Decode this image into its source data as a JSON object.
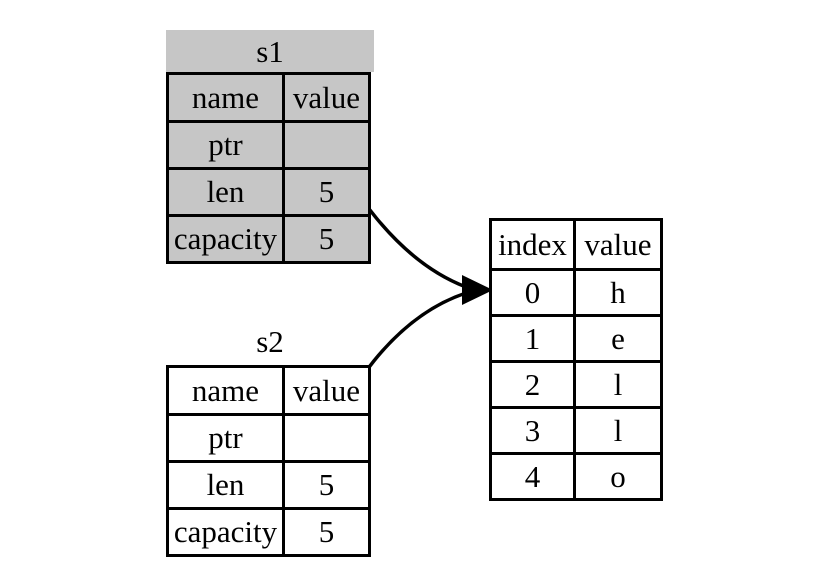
{
  "structs": {
    "s1": {
      "title": "s1",
      "columns": [
        "name",
        "value"
      ],
      "rows": [
        {
          "name": "ptr",
          "value": ""
        },
        {
          "name": "len",
          "value": "5"
        },
        {
          "name": "capacity",
          "value": "5"
        }
      ]
    },
    "s2": {
      "title": "s2",
      "columns": [
        "name",
        "value"
      ],
      "rows": [
        {
          "name": "ptr",
          "value": ""
        },
        {
          "name": "len",
          "value": "5"
        },
        {
          "name": "capacity",
          "value": "5"
        }
      ]
    }
  },
  "heap": {
    "columns": [
      "index",
      "value"
    ],
    "rows": [
      {
        "index": "0",
        "value": "h"
      },
      {
        "index": "1",
        "value": "e"
      },
      {
        "index": "2",
        "value": "l"
      },
      {
        "index": "3",
        "value": "l"
      },
      {
        "index": "4",
        "value": "o"
      }
    ]
  },
  "colors": {
    "s1_fill": "#c6c6c6",
    "border": "#000000",
    "arrow": "#000000",
    "background": "#ffffff"
  }
}
